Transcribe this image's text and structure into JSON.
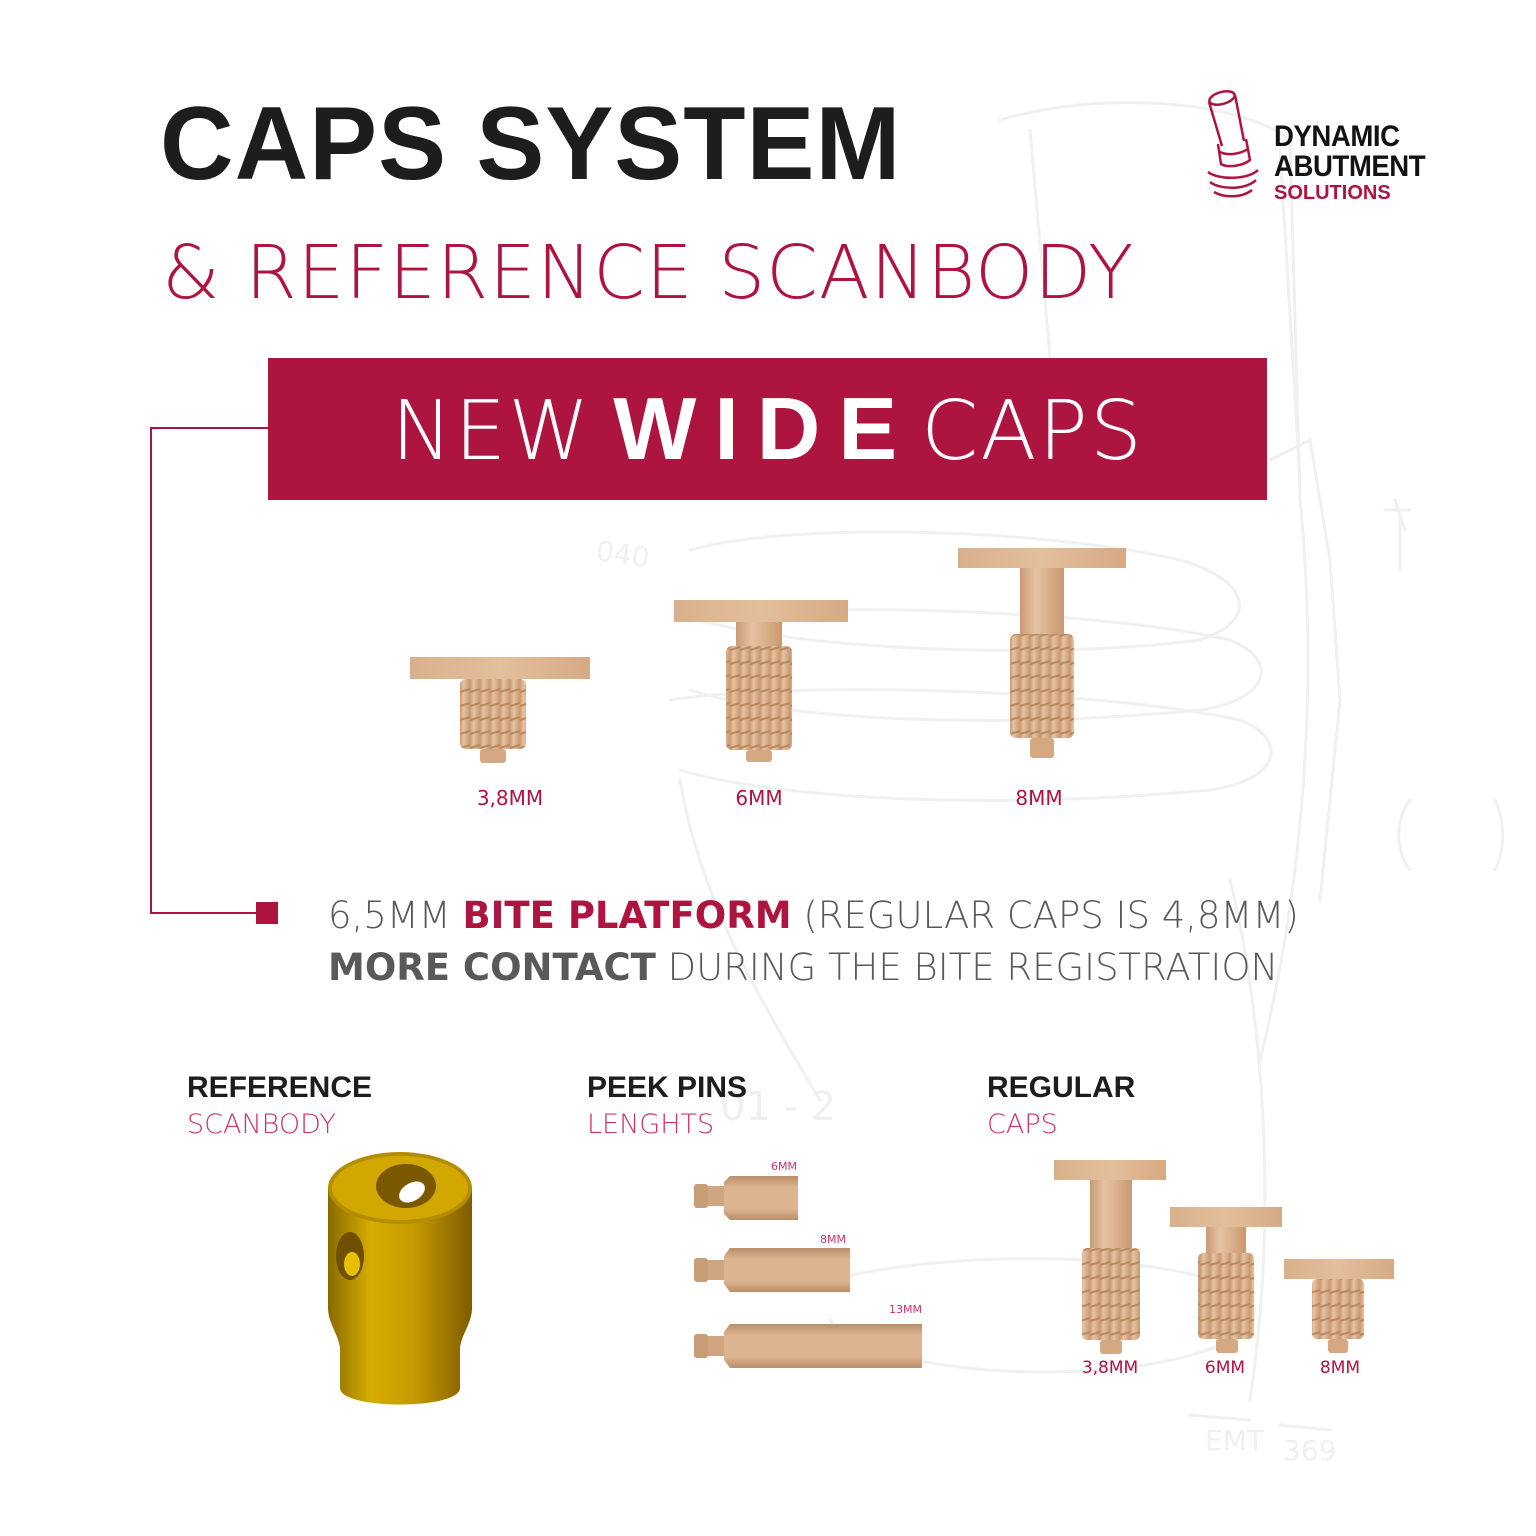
{
  "header": {
    "title": "CAPS SYSTEM",
    "subtitle": "& REFERENCE SCANBODY"
  },
  "logo": {
    "line1": "DYNAMIC",
    "line2": "ABUTMENT",
    "line3": "SOLUTIONS",
    "icon": "abutment-icon"
  },
  "banner": {
    "part1": "NEW",
    "part2": "WIDE",
    "part3": "CAPS"
  },
  "wide_caps": {
    "items": [
      {
        "label": "3,8MM"
      },
      {
        "label": "6MM"
      },
      {
        "label": "8MM"
      }
    ]
  },
  "feature": {
    "line1_a": "6,5MM ",
    "line1_b": "BITE PLATFORM",
    "line1_c": " (REGULAR CAPS IS 4,8MM)",
    "line2_a": "MORE CONTACT",
    "line2_b": " DURING THE BITE REGISTRATION"
  },
  "sections": {
    "scanbody": {
      "title": "REFERENCE",
      "subtitle": "SCANBODY"
    },
    "pins": {
      "title": "PEEK PINS",
      "subtitle": "LENGHTS",
      "items": [
        {
          "label": "6MM"
        },
        {
          "label": "8MM"
        },
        {
          "label": "13MM"
        }
      ]
    },
    "regular": {
      "title": "REGULAR",
      "subtitle": "CAPS",
      "items": [
        {
          "label": "3,8MM"
        },
        {
          "label": "6MM"
        },
        {
          "label": "8MM"
        }
      ]
    }
  },
  "colors": {
    "brand": "#ad1440",
    "dark_text": "#1e1c1d",
    "gray_text": "#58595b",
    "peek": "#d9b08c",
    "gold": "#c9a200"
  }
}
